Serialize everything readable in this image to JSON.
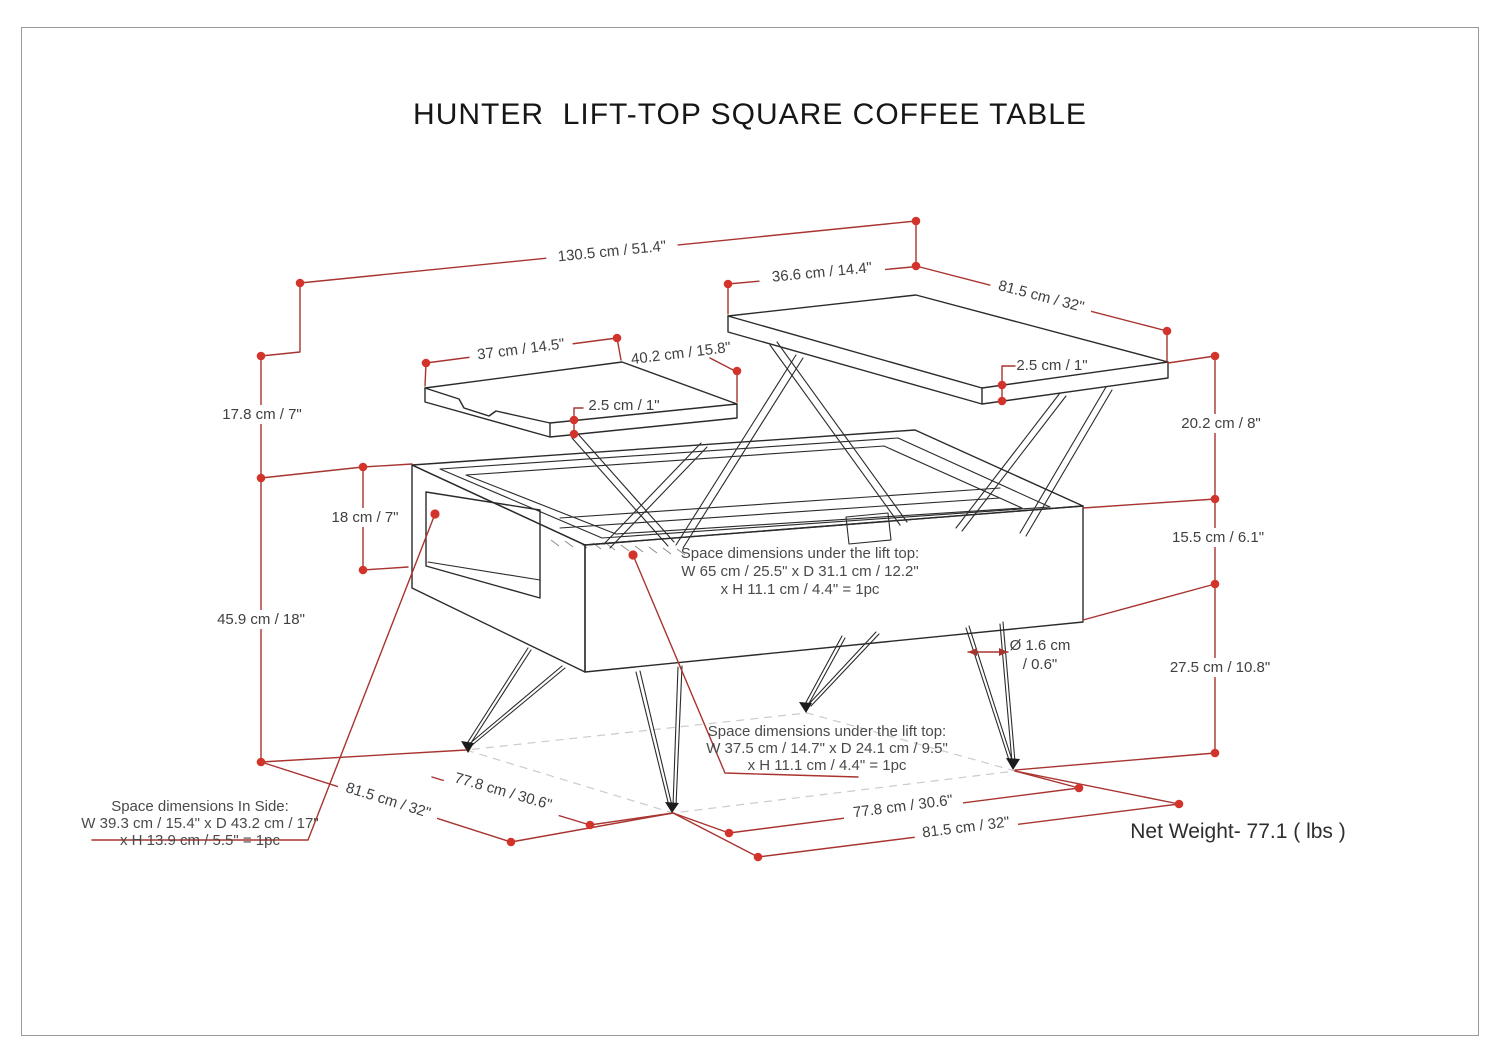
{
  "title": "HUNTER  LIFT-TOP SQUARE COFFEE TABLE",
  "net_weight": "Net Weight- 77.1 ( lbs )",
  "colors": {
    "dimension_line_red": "#a83430",
    "dimension_dot_red": "#d2342b",
    "drawing_black": "#2b2b2b",
    "floor_dash_gray": "#cbcbcb"
  },
  "labels": {
    "overall_width": "130.5 cm / 51.4\"",
    "lift_right_depth": "36.6 cm / 14.4\"",
    "lift_right_width": "81.5 cm / 32\"",
    "lift_left_width": "37 cm / 14.5\"",
    "lift_left_depth": "40.2 cm / 15.8\"",
    "lift_left_thickness": "2.5 cm / 1\"",
    "lift_right_thickness": "2.5 cm / 1\"",
    "lift_left_rise_height": "17.8 cm / 7\"",
    "lift_right_rise_height": "20.2 cm / 8\"",
    "side_opening_height": "18 cm / 7\"",
    "apron_height": "15.5 cm / 6.1\"",
    "total_height": "45.9 cm / 18\"",
    "leg_height": "27.5 cm / 10.8\"",
    "leg_diameter_line1": "Ø 1.6 cm",
    "leg_diameter_line2": "/ 0.6\"",
    "base_depth_left": "77.8 cm / 30.6\"",
    "base_width_left": "81.5 cm / 32\"",
    "base_depth_right": "77.8 cm / 30.6\"",
    "base_width_right": "81.5 cm / 32\""
  },
  "annotations": {
    "inside_storage": [
      "Space dimensions In Side:",
      "W 39.3 cm / 15.4\" x D 43.2 cm / 17\"",
      "x H 13.9 cm / 5.5\" = 1pc"
    ],
    "under_lift_top_main": [
      "Space dimensions under the lift top:",
      "W 65 cm / 25.5\" x D 31.1 cm / 12.2\"",
      "x H 11.1 cm / 4.4\" = 1pc"
    ],
    "under_lift_top_small": [
      "Space dimensions under the lift top:",
      "W 37.5 cm / 14.7\" x D 24.1 cm / 9.5\"",
      "x H 11.1 cm / 4.4\" = 1pc"
    ]
  }
}
